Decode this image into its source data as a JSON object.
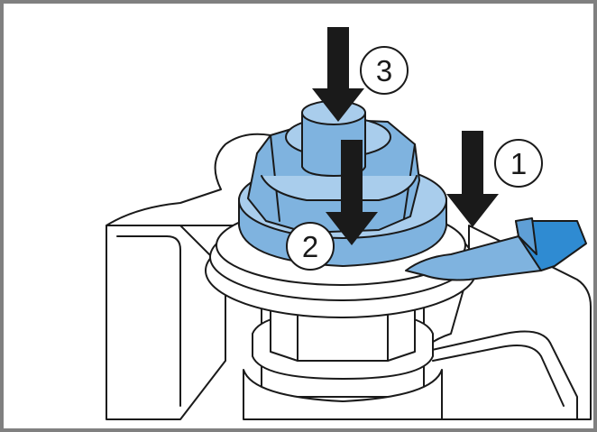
{
  "callouts": [
    {
      "id": "step-1",
      "label": "1"
    },
    {
      "id": "step-2",
      "label": "2"
    },
    {
      "id": "step-3",
      "label": "3"
    }
  ],
  "colors": {
    "frame": "#808080",
    "outline": "#1a1a1a",
    "part_blue": "#7fb3df",
    "part_blue_light": "#a9cdec",
    "handle_blue": "#2f8bd2",
    "arrow": "#1a1a1a"
  }
}
